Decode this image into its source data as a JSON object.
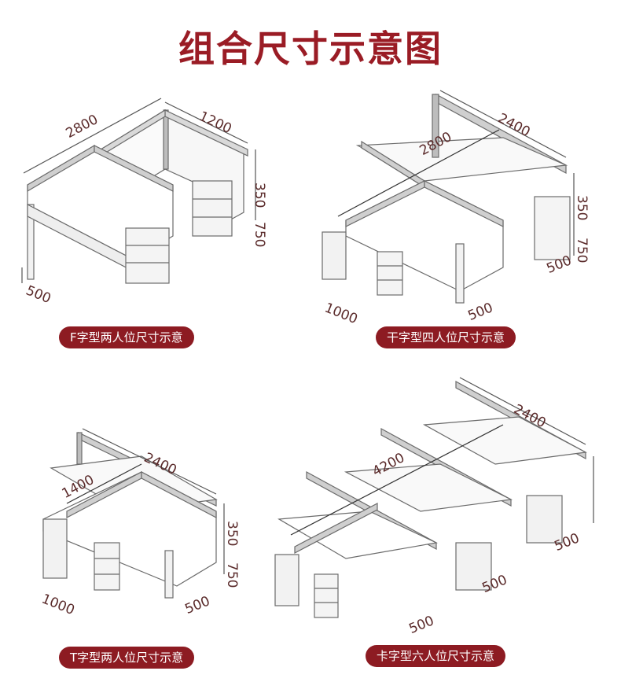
{
  "page": {
    "title": "组合尺寸示意图"
  },
  "panels": [
    {
      "caption": "F字型两人位尺寸示意",
      "dimensions": {
        "length": "2800",
        "depth": "1200",
        "screen_height": "350",
        "desk_height": "750",
        "width": "500"
      }
    },
    {
      "caption": "干字型四人位尺寸示意",
      "dimensions": {
        "length": "2400",
        "inner_length": "2800",
        "screen_height": "350",
        "desk_height": "750",
        "depth": "1000",
        "width_front": "500",
        "width_right": "500"
      }
    },
    {
      "caption": "T字型两人位尺寸示意",
      "dimensions": {
        "length": "2400",
        "inner_length": "1400",
        "screen_height": "350",
        "desk_height": "750",
        "depth": "1000",
        "width": "500"
      }
    },
    {
      "caption": "卡字型六人位尺寸示意",
      "dimensions": {
        "length": "2400",
        "inner_length": "4200",
        "width_right": "500",
        "width_mid": "500",
        "width_front": "500"
      }
    }
  ],
  "colors": {
    "title": "#9a1c25",
    "caption_bg": "#8d1b22",
    "line": "#6b6b6b",
    "screen": "#9a9a9a"
  }
}
